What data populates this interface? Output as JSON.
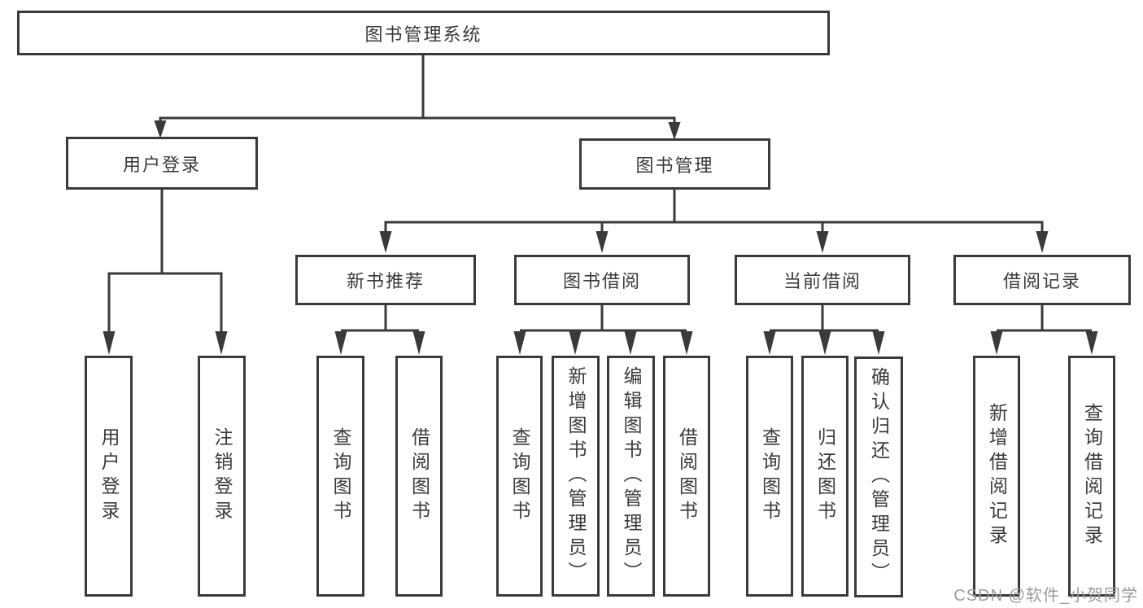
{
  "diagram": {
    "root": {
      "label": "图书管理系统"
    },
    "level2": [
      {
        "label": "用户登录"
      },
      {
        "label": "图书管理"
      }
    ],
    "level3": [
      {
        "label": "新书推荐"
      },
      {
        "label": "图书借阅"
      },
      {
        "label": "当前借阅"
      },
      {
        "label": "借阅记录"
      }
    ],
    "leaves": {
      "user_login": [
        {
          "label": "用户登录"
        },
        {
          "label": "注销登录"
        }
      ],
      "new_book_recommendation": [
        {
          "label": "查询图书"
        },
        {
          "label": "借阅图书"
        }
      ],
      "book_borrowing": [
        {
          "label": "查询图书"
        },
        {
          "label": "新增图书（管理员）"
        },
        {
          "label": "编辑图书（管理员）"
        },
        {
          "label": "借阅图书"
        }
      ],
      "current_borrowing": [
        {
          "label": "查询图书"
        },
        {
          "label": "归还图书"
        },
        {
          "label": "确认归还（管理员）"
        }
      ],
      "borrowing_records": [
        {
          "label": "新增借阅记录"
        },
        {
          "label": "查询借阅记录"
        }
      ]
    },
    "watermark": "CSDN @软件_小贺同学",
    "colors": {
      "line": "#3a3a3a",
      "text": "#3a3a3a",
      "background": "#ffffff",
      "watermark": "#9b9b9b"
    }
  }
}
